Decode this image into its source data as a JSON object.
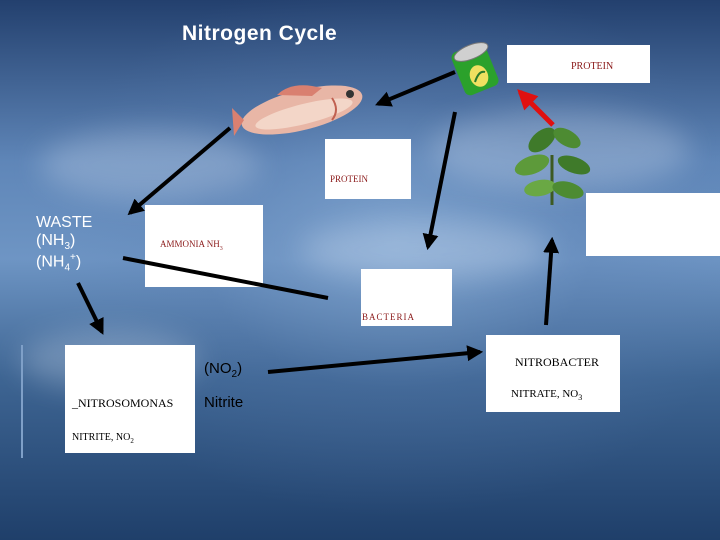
{
  "title": "Nitrogen Cycle",
  "labels": {
    "protein_top": "PROTEIN",
    "protein_mid": "PROTEIN",
    "waste": "WASTE",
    "nh3_pre": "(NH",
    "nh3_sub": "3",
    "nh3_post": ")",
    "nh4_pre": "(NH",
    "nh4_sub": "4",
    "nh4_sup": "+",
    "nh4_post": ")",
    "ammonia": "AMMONIA NH",
    "ammonia_sub": "3",
    "bacteria": "BACTERIA",
    "no2_pre": "(NO",
    "no2_sub": "2",
    "no2_post": ")",
    "nitrite": "Nitrite",
    "nitrosomonas": "_NITROSOMONAS",
    "nitrite_no2": "NITRITE,  NO",
    "nitrite_no2_sub": "2",
    "nitrobacter": "NITROBACTER",
    "nitrate": "NITRATE, NO",
    "nitrate_sub": "3"
  },
  "icons": [
    "fish-icon",
    "fish-food-can-icon",
    "plant-icon"
  ],
  "colors": {
    "arrow": "#000000",
    "red_arrow": "#e01010",
    "text_red": "#8b1a1a"
  }
}
